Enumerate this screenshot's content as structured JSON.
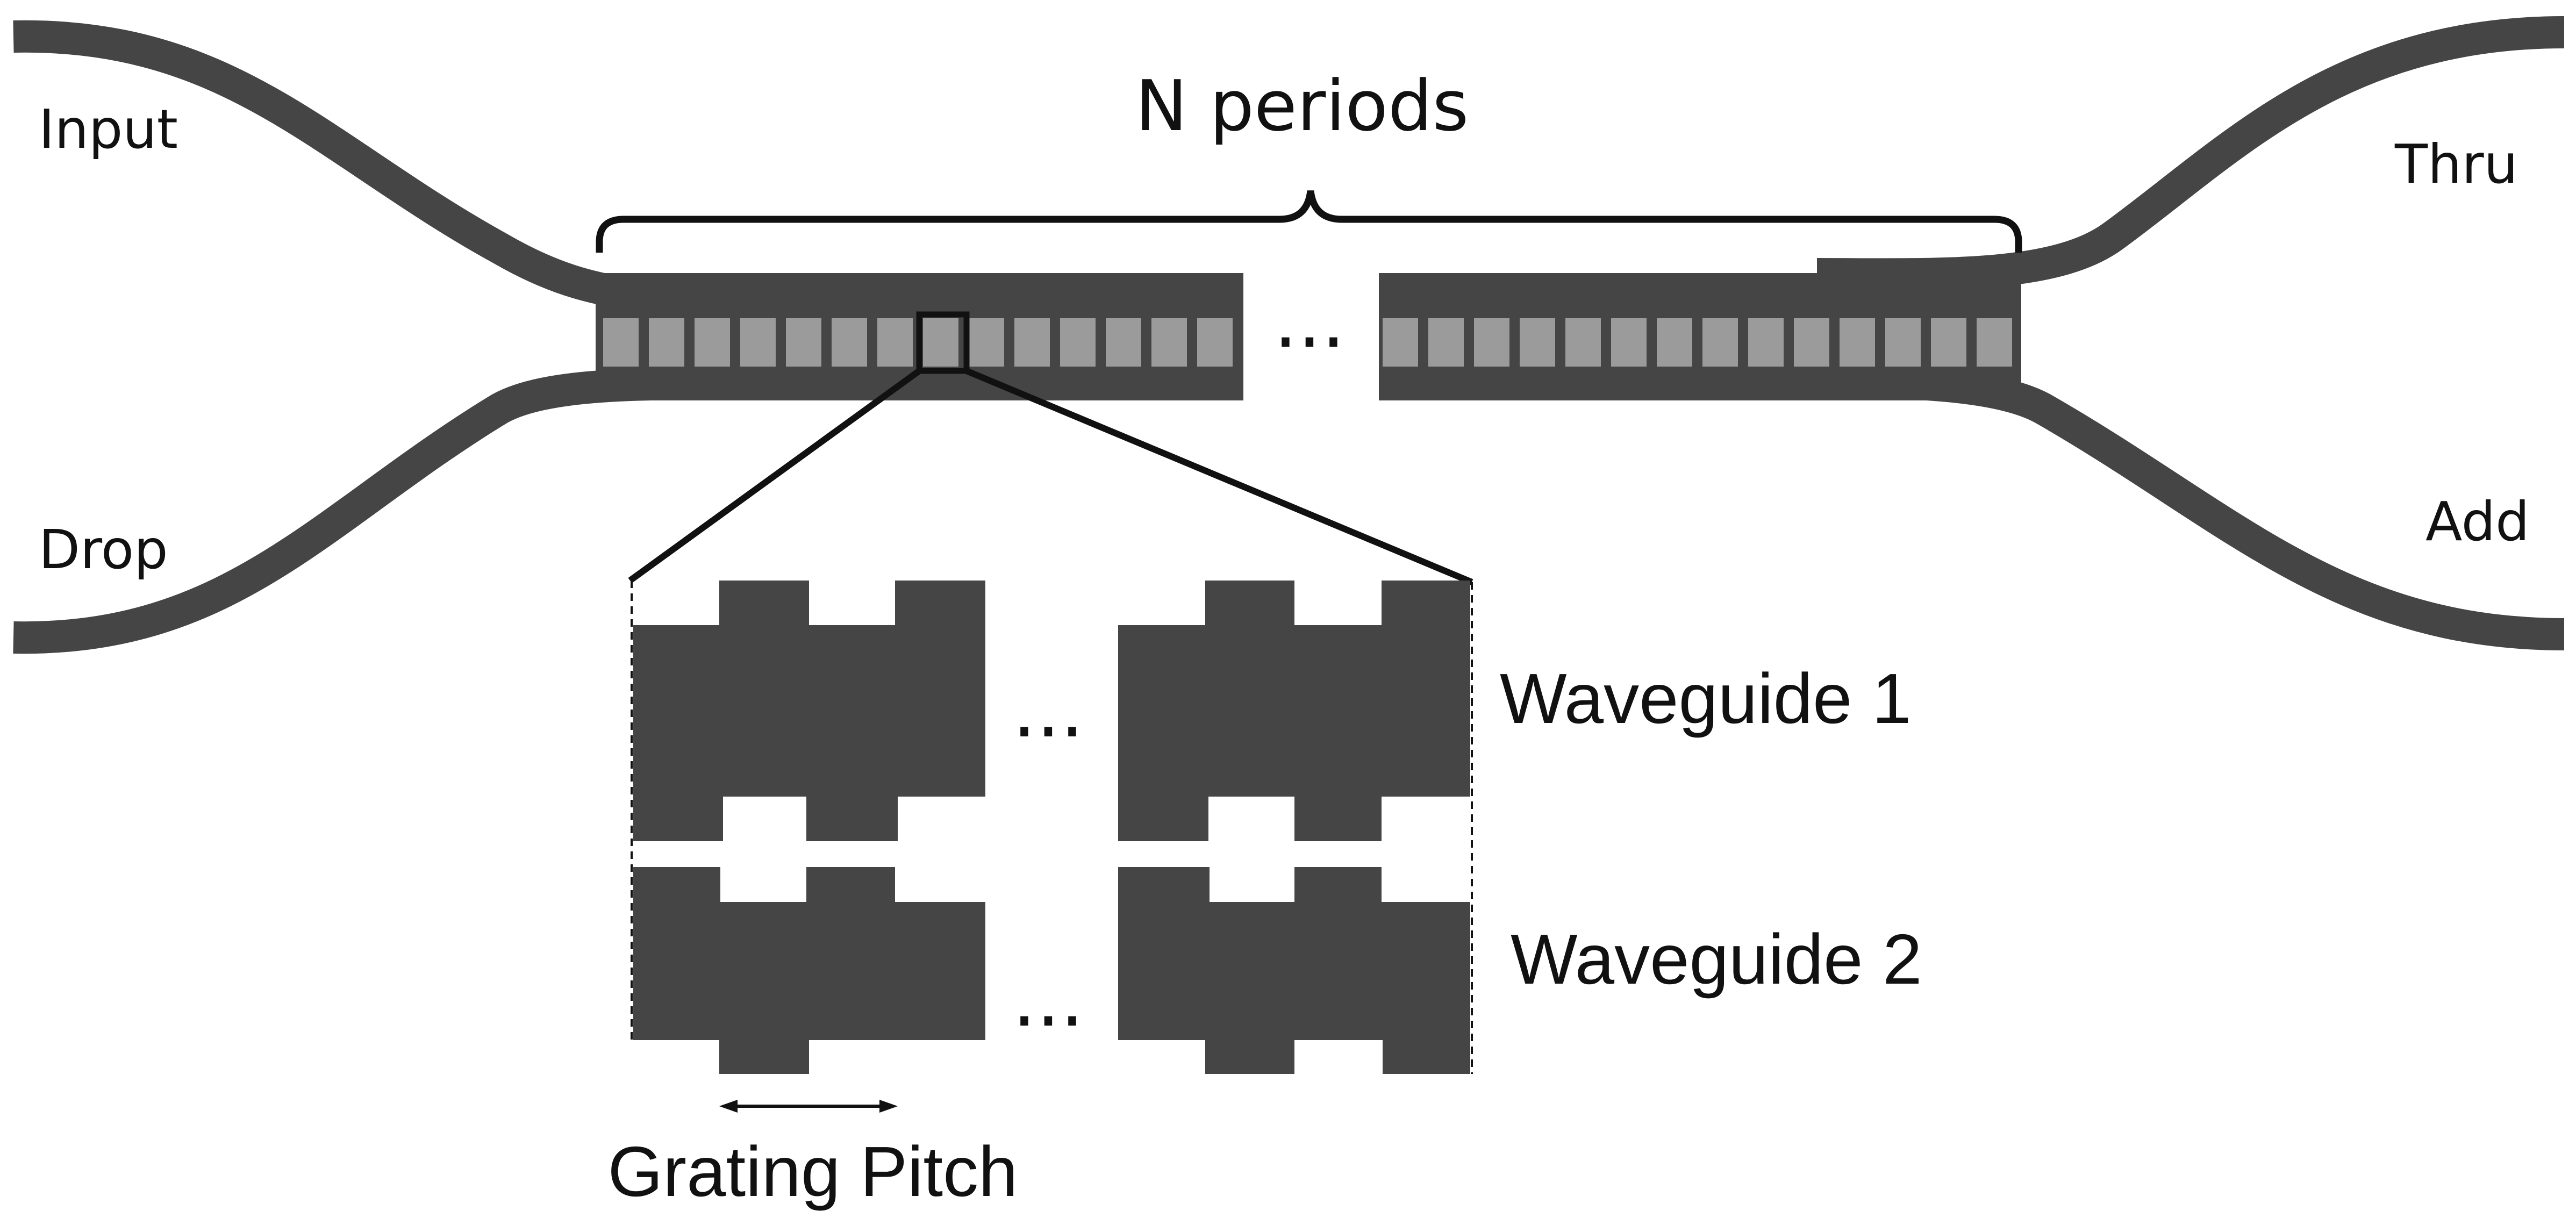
{
  "colors": {
    "waveguide": "#454545",
    "grating_tooth": "#9b9b9b",
    "line": "#111111",
    "background": "#ffffff"
  },
  "labels": {
    "input": "Input",
    "drop": "Drop",
    "thru": "Thru",
    "add": "Add",
    "n_periods": "N periods",
    "waveguide_1": "Waveguide 1",
    "waveguide_2": "Waveguide 2",
    "grating_pitch": "Grating Pitch",
    "ellipsis": "..."
  }
}
